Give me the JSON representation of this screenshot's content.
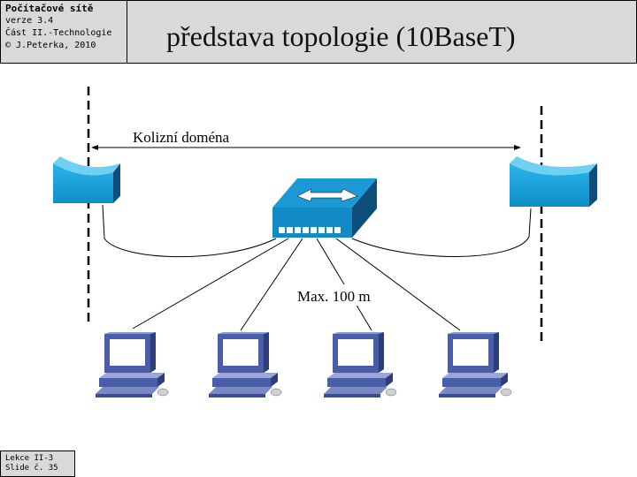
{
  "header": {
    "course": "Počítačové sítě",
    "version": "verze 3.4",
    "part": "Část II.-Technologie",
    "copyright": "© J.Peterka, 2010"
  },
  "title": "představa topologie (10BaseT)",
  "diagram": {
    "collision_domain_label": "Kolizní doména",
    "max_length_label": "Max. 100 m"
  },
  "footer": {
    "lesson": "Lekce II-3",
    "slide": "Slide č. 35"
  },
  "colors": {
    "header_bg": "#d9d9d9",
    "device_blue": "#1aa3d9",
    "device_dark": "#0d4f7a",
    "computer_blue": "#4a5da8"
  }
}
